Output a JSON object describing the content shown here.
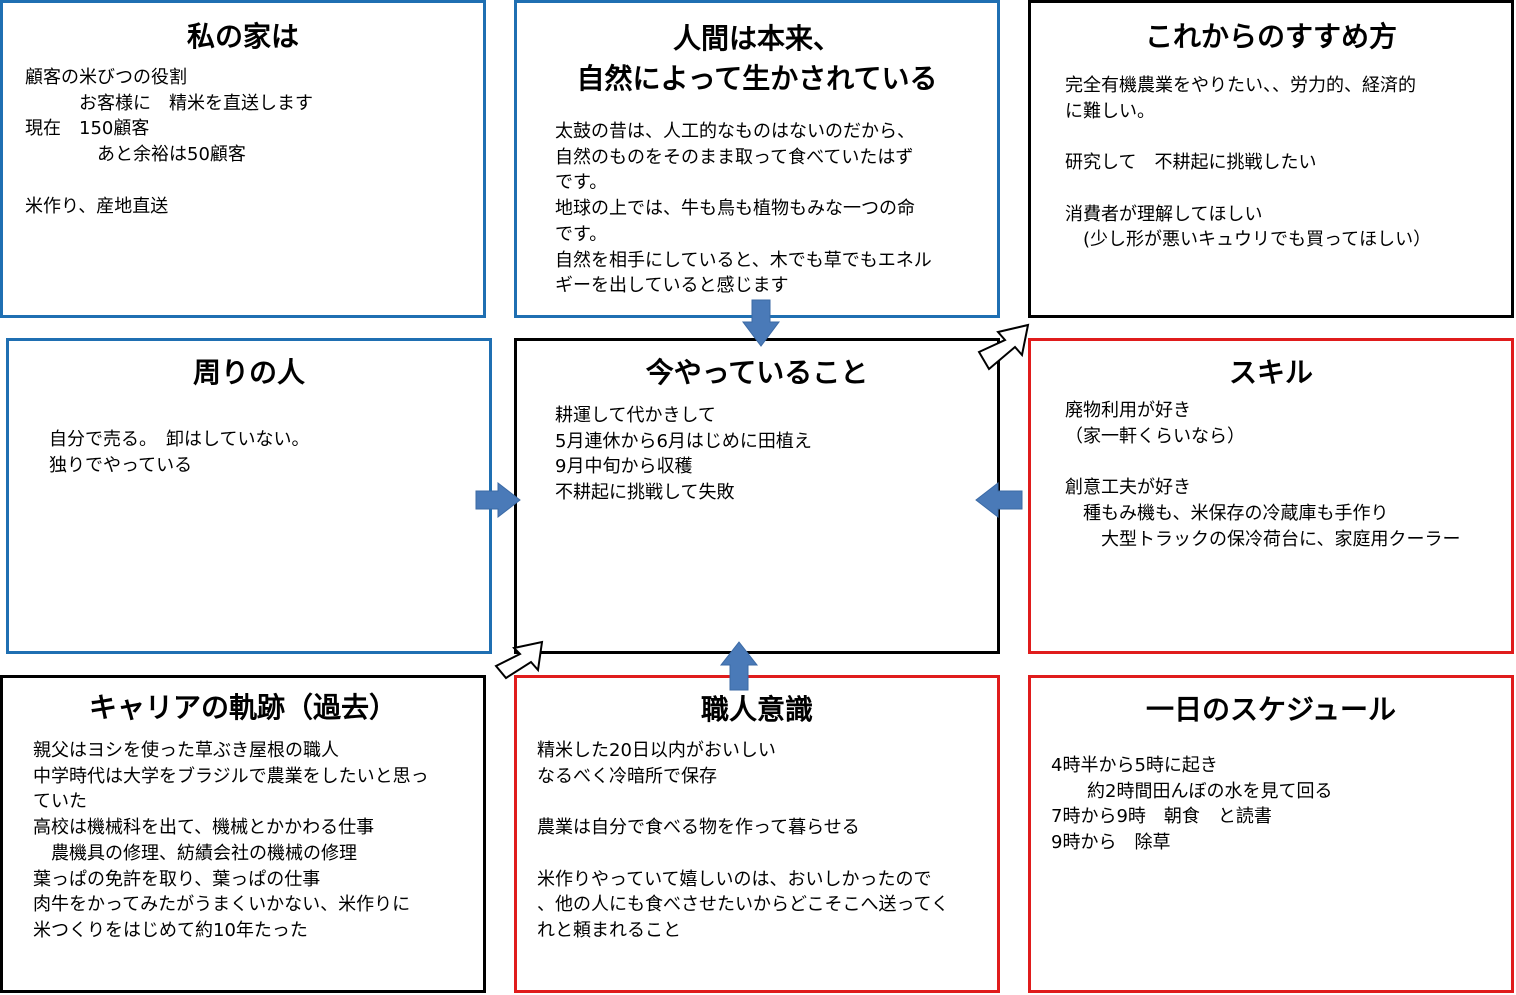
{
  "boxes": {
    "home": {
      "title": "私の家は",
      "lines": [
        "顧客の米びつの役割",
        "　　　お客様に　精米を直送します",
        "現在　150顧客",
        "　　　　あと余裕は50顧客",
        "",
        "米作り、産地直送"
      ]
    },
    "nature": {
      "title": "人間は本来、\n自然によって生かされている",
      "lines": [
        "太鼓の昔は、人工的なものはないのだから、",
        "自然のものをそのまま取って食べていたはず",
        "です。",
        "地球の上では、牛も鳥も植物もみな一つの命",
        "です。",
        "自然を相手にしていると、木でも草でもエネル",
        "ギーを出していると感じます"
      ]
    },
    "future": {
      "title": "これからのすすめ方",
      "lines": [
        "完全有機農業をやりたい、、労力的、経済的",
        "に難しい。",
        "",
        "研究して　不耕起に挑戦したい",
        "",
        "消費者が理解してほしい",
        "　(少し形が悪いキュウリでも買ってほしい）"
      ]
    },
    "people": {
      "title": "周りの人",
      "lines": [
        "自分で売る。　卸はしていない。",
        "独りでやっている"
      ]
    },
    "now": {
      "title": "今やっていること",
      "lines": [
        "耕運して代かきして",
        "5月連休から6月はじめに田植え",
        "9月中旬から収穫",
        "不耕起に挑戦して失敗"
      ]
    },
    "skill": {
      "title": "スキル",
      "lines": [
        "廃物利用が好き",
        "（家一軒くらいなら）",
        "",
        "創意工夫が好き",
        "　種もみ機も、米保存の冷蔵庫も手作り",
        "　　大型トラックの保冷荷台に、家庭用クーラー"
      ]
    },
    "career": {
      "title": "キャリアの軌跡（過去）",
      "lines": [
        "親父はヨシを使った草ぶき屋根の職人",
        "中学時代は大学をブラジルで農業をしたいと思っ",
        "ていた",
        "高校は機械科を出て、機械とかかわる仕事",
        "　農機具の修理、紡績会社の機械の修理",
        "葉っぱの免許を取り、葉っぱの仕事",
        "肉牛をかってみたがうまくいかない、米作りに",
        "米つくりをはじめて約10年たった"
      ]
    },
    "craft": {
      "title": "職人意識",
      "lines": [
        "精米した20日以内がおいしい",
        "なるべく冷暗所で保存",
        "",
        "農業は自分で食べる物を作って暮らせる",
        "",
        "米作りやっていて嬉しいのは、おいしかったので",
        "、他の人にも食べさせたいからどこそこへ送ってく",
        "れと頼まれること"
      ]
    },
    "schedule": {
      "title": "一日のスケジュール",
      "lines": [
        "4時半から5時に起き",
        "　　約2時間田んぼの水を見て回る",
        "7時から9時　朝食　と読書",
        "9時から　除草"
      ]
    }
  },
  "colors": {
    "blue_border": "#1f6fb2",
    "red_border": "#e01c1c",
    "black_border": "#000000",
    "arrow_fill": "#4a7ab8"
  }
}
